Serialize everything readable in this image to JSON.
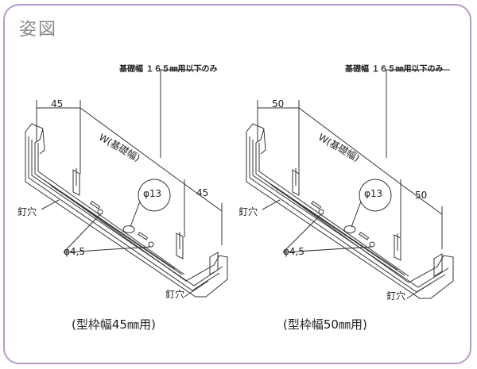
{
  "title": "姿図",
  "panels": [
    {
      "note": "基礎幅 １６５㎜用以下のみ",
      "dim_left": "45",
      "dim_right": "45",
      "width_label": "W(基礎幅)",
      "hole_large": "φ13",
      "hole_small": "φ4,5",
      "nail_hole_left": "釘穴",
      "nail_hole_right": "釘穴",
      "caption": "(型枠幅45㎜用)"
    },
    {
      "note": "基礎幅 １６５㎜用以下のみ",
      "dim_left": "50",
      "dim_right": "50",
      "width_label": "W(基礎幅)",
      "hole_large": "φ13",
      "hole_small": "φ4,5",
      "nail_hole_left": "釘穴",
      "nail_hole_right": "釘穴",
      "caption": "(型枠幅50㎜用)"
    }
  ]
}
